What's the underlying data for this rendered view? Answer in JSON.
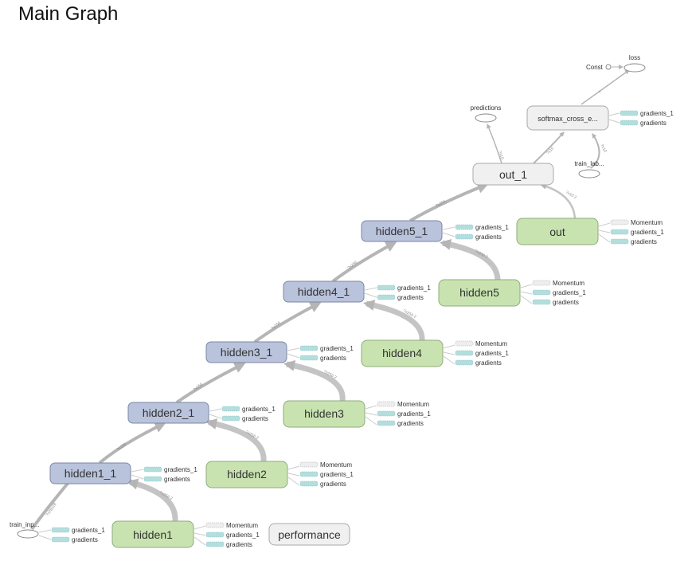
{
  "title": "Main Graph",
  "colors": {
    "metanode_blue": "#b9c3dc",
    "metanode_green": "#c8e3b0",
    "metanode_gray": "#f0f0f0",
    "edge_gray": "#b5b5b5",
    "aux_teal": "#b3dede",
    "aux_dashed": "#eeeeee"
  },
  "nodes": {
    "hidden1_1": "hidden1_1",
    "hidden2_1": "hidden2_1",
    "hidden3_1": "hidden3_1",
    "hidden4_1": "hidden4_1",
    "hidden5_1": "hidden5_1",
    "out_1": "out_1",
    "hidden1": "hidden1",
    "hidden2": "hidden2",
    "hidden3": "hidden3",
    "hidden4": "hidden4",
    "hidden5": "hidden5",
    "out": "out",
    "softmax": "softmax_cross_e...",
    "performance": "performance",
    "train_inputs": "train_inp...",
    "train_labels": "train_lab...",
    "predictions": "predictions",
    "loss": "loss",
    "const": "Const"
  },
  "aux_labels": {
    "gradients_1": "gradients_1",
    "gradients": "gradients",
    "momentum": "Momentum"
  },
  "edge_labels": {
    "input_h1": "?x28x28",
    "h1_h2": "?x256",
    "h2_h3": "?x256",
    "h3_h4": "?x256",
    "h4_h5": "?x256",
    "h5_out": "?x256",
    "out1_pred": "?x10",
    "out1_soft": "?x10",
    "soft_loss": "?",
    "label_soft": "?x10",
    "var_h1": "?x256 2",
    "var_h2": "?x256 2",
    "var_h3": "?x256 2",
    "var_h4": "?x256 2",
    "var_h5": "?x256 2",
    "var_out": "?x10 2"
  }
}
